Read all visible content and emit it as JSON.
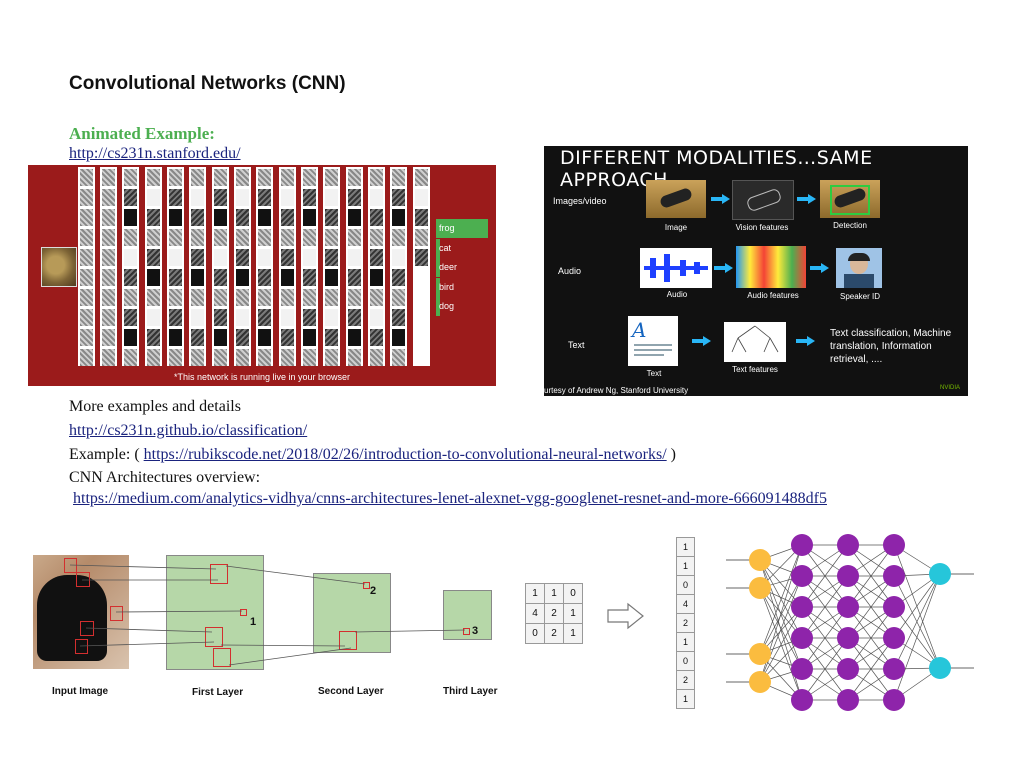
{
  "title": "Convolutional Networks (CNN)",
  "animated_label": "Animated Example:",
  "links": {
    "cs231n": "http://cs231n.stanford.edu/",
    "classification": "http://cs231n.github.io/classification/",
    "rubikscode": "https://rubikscode.net/2018/02/26/introduction-to-convolutional-neural-networks/",
    "medium": "https://medium.com/analytics-vidhya/cnns-architectures-lenet-alexnet-vgg-googlenet-resnet-and-more-666091488df5"
  },
  "text": {
    "more_examples": "More examples and details",
    "example_prefix": "Example:  ( ",
    "example_suffix": " )",
    "arch_overview": "CNN Architectures overview:"
  },
  "demo": {
    "classes": [
      {
        "name": "frog",
        "score": 1.0
      },
      {
        "name": "cat",
        "score": 0.0
      },
      {
        "name": "deer",
        "score": 0.0
      },
      {
        "name": "bird",
        "score": 0.0
      },
      {
        "name": "dog",
        "score": 0.0
      }
    ],
    "caption": "*This network is running live in your browser"
  },
  "modalities": {
    "title": "DIFFERENT MODALITIES…SAME APPROACH",
    "rows": [
      "Images/video",
      "Audio",
      "Text"
    ],
    "captions": {
      "image": "Image",
      "vision_features": "Vision features",
      "detection": "Detection",
      "audio": "Audio",
      "audio_features": "Audio features",
      "speaker_id": "Speaker ID",
      "text": "Text",
      "text_features": "Text  features"
    },
    "text_output": "Text classification, Machine translation, Information retrieval, ....",
    "credit": "urtesy of Andrew Ng, Stanford University",
    "brand": "NVIDIA"
  },
  "cnn_diagram": {
    "labels": [
      "Input Image",
      "First Layer",
      "Second Layer",
      "Third Layer"
    ],
    "numbers": [
      "1",
      "2",
      "3"
    ],
    "matrix": [
      [
        "1",
        "1",
        "0"
      ],
      [
        "4",
        "2",
        "1"
      ],
      [
        "0",
        "2",
        "1"
      ]
    ],
    "vector": [
      "1",
      "1",
      "0",
      "4",
      "2",
      "1",
      "0",
      "2",
      "1"
    ]
  },
  "colors": {
    "accent_green": "#4caf50",
    "link_blue": "#1a237e",
    "demo_bg": "#9b1b1b",
    "node_orange": "#fbbc3f",
    "node_purple": "#8e24aa",
    "node_cyan": "#26c6da"
  }
}
